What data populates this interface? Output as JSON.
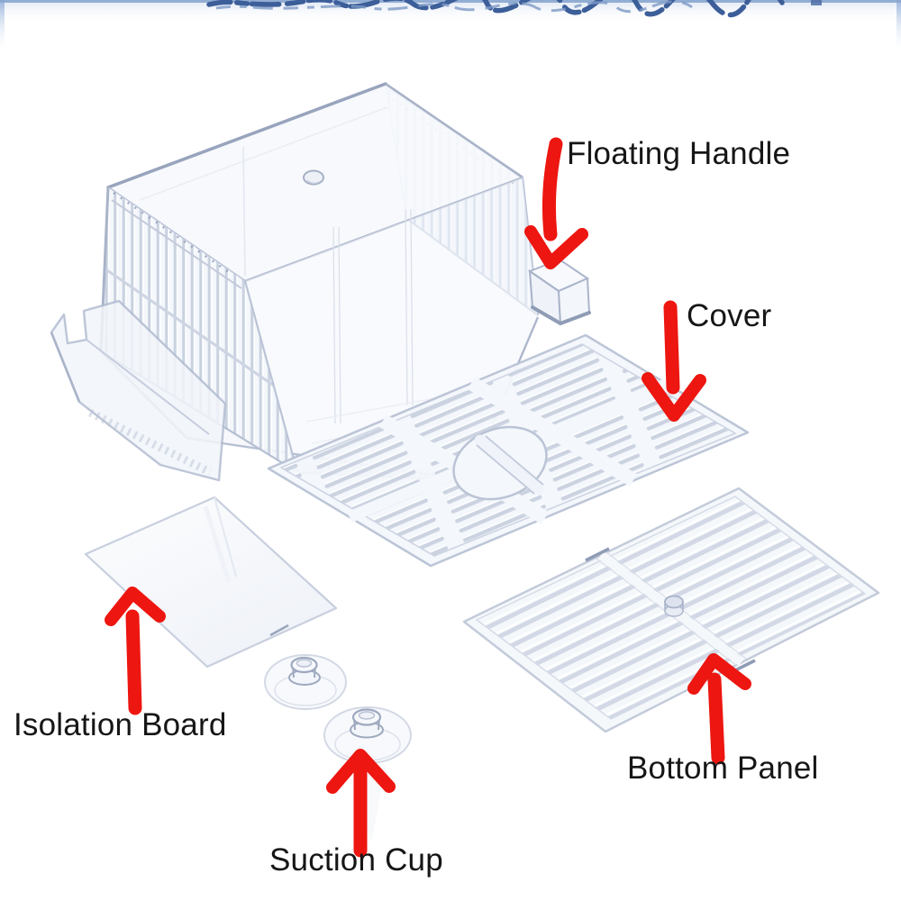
{
  "page": {
    "type": "product-parts-annotation-image",
    "background_color": "#ffffff"
  },
  "top_banner": {
    "description": "cropped blue watermark text band along top edge",
    "ink_color": "#3c5e99",
    "band_color": "#dfe7f4",
    "border_color": "#8aa6cf"
  },
  "product": {
    "description": "Transparent acrylic aquarium fish breeding isolation box shown as exploded parts",
    "parts": [
      "main box",
      "floating handle",
      "cover",
      "isolation board",
      "bottom panel",
      "suction cup"
    ]
  },
  "annotations": {
    "arrow_color": "#ed1610",
    "text_color": "#161616",
    "labels": [
      {
        "id": "floating-handle",
        "text": "Floating Handle",
        "arrow_direction": "down"
      },
      {
        "id": "cover",
        "text": "Cover",
        "arrow_direction": "down"
      },
      {
        "id": "isolation-board",
        "text": "Isolation Board",
        "arrow_direction": "up"
      },
      {
        "id": "bottom-panel",
        "text": "Bottom Panel",
        "arrow_direction": "up"
      },
      {
        "id": "suction-cup",
        "text": "Suction Cup",
        "arrow_direction": "up"
      }
    ]
  }
}
